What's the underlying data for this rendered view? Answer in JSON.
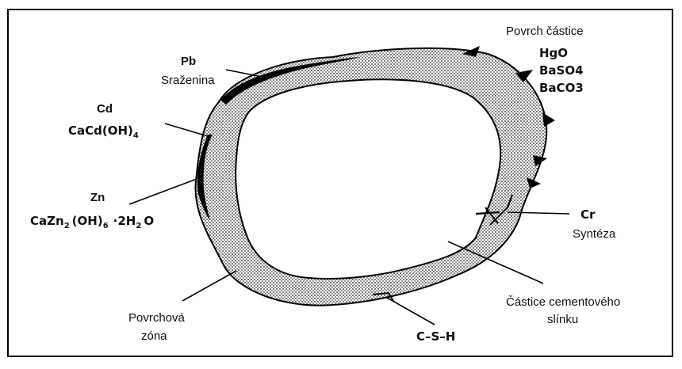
{
  "labels": {
    "surface_title": "Povrch částice",
    "hgo": "HgO",
    "baso4": "BaSO4",
    "baco3": "BaCO3",
    "pb": "Pb",
    "srazenina": "Sraženina",
    "cd": "Cd",
    "cacd": "CaCd(OH)",
    "cacd_sub": "4",
    "zn": "Zn",
    "cazn_a": "CaZn",
    "cazn_sub1": "2",
    "cazn_b": "(OH)",
    "cazn_sub2": "6",
    "cazn_c": "·2H",
    "cazn_sub3": "2",
    "cazn_d": "O",
    "cr": "Cr",
    "synteza": "Syntéza",
    "castice_1": "Částice cementového",
    "castice_2": "slínku",
    "povrchova_1": "Povrchová",
    "povrchova_2": "zóna",
    "csh": "C–S–H"
  },
  "colors": {
    "stroke": "#000000",
    "hatch": "#8a8a8a",
    "background": "#ffffff"
  }
}
